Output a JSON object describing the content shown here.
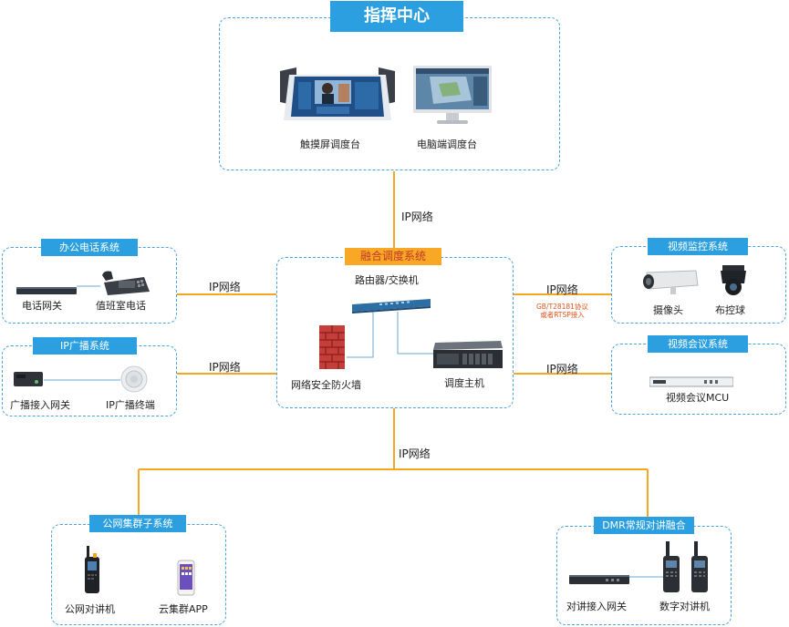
{
  "center": {
    "title": "指挥中心",
    "devices": [
      "触摸屏调度台",
      "电脑端调度台"
    ]
  },
  "core": {
    "title": "融合调度系统",
    "router_label": "路由器/交换机",
    "firewall_label": "网络安全防火墙",
    "host_label": "调度主机"
  },
  "office": {
    "title": "办公电话系统",
    "devices": [
      "电话网关",
      "值班室电话"
    ]
  },
  "broadcast": {
    "title": "IP广播系统",
    "devices": [
      "广播接入网关",
      "IP广播终端"
    ]
  },
  "video_monitor": {
    "title": "视频监控系统",
    "devices": [
      "摄像头",
      "布控球"
    ]
  },
  "video_conf": {
    "title": "视频会议系统",
    "devices": [
      "视频会议MCU"
    ]
  },
  "cluster": {
    "title": "公网集群子系统",
    "devices": [
      "公网对讲机",
      "云集群APP"
    ]
  },
  "dmr": {
    "title": "DMR常规对讲融合",
    "devices": [
      "对讲接入网关",
      "数字对讲机"
    ]
  },
  "links": {
    "top": "IP网络",
    "office": "IP网络",
    "broadcast": "IP网络",
    "monitor": "IP网络",
    "conf": "IP网络",
    "bottom": "IP网络",
    "monitor_protocol_1": "GB/T28181协议",
    "monitor_protocol_2": "或者RTSP接入"
  },
  "colors": {
    "link": "#f5a623",
    "border": "#4aa3df",
    "badge": "#2b9fe0",
    "core_badge": "#f9a825"
  }
}
